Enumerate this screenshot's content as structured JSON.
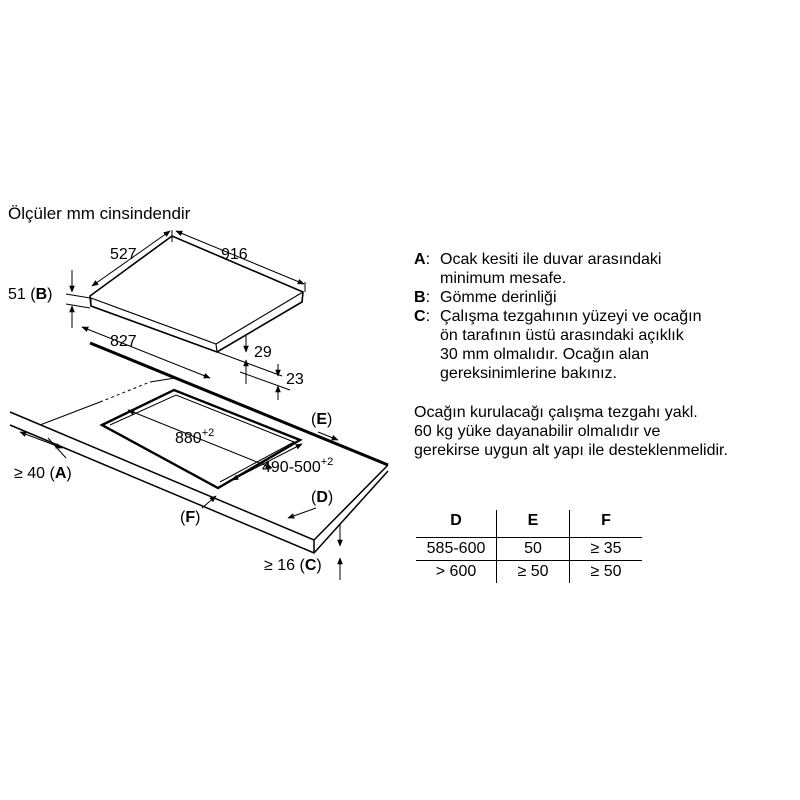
{
  "title": "Ölçüler mm cinsindendir",
  "dimensions": {
    "d527": "527",
    "d916": "916",
    "d51": "51",
    "dB": "B",
    "d827": "827",
    "d29": "29",
    "d23": "23",
    "d880": "880",
    "d880_sup": "+2",
    "d490": "490-500",
    "d490_sup": "+2",
    "d40": "≥ 40",
    "dA": "A",
    "dE": "E",
    "dD": "D",
    "dF": "F",
    "d16": "≥ 16",
    "dC": "C"
  },
  "notes": [
    {
      "key": "A",
      "lines": [
        "Ocak kesiti ile duvar arasındaki",
        "minimum mesafe."
      ]
    },
    {
      "key": "B",
      "lines": [
        "Gömme derinliği"
      ]
    },
    {
      "key": "C",
      "lines": [
        "Çalışma tezgahının yüzeyi ve ocağın",
        "ön tarafının üstü arasındaki açıklık",
        "30 mm olmalıdır. Ocağın alan",
        "gereksinimlerine bakınız."
      ]
    }
  ],
  "info": [
    "Ocağın kurulacağı çalışma tezgahı yakl.",
    "60 kg yüke dayanabilir olmalıdır ve",
    "gerekirse uygun alt yapı ile desteklenmelidir."
  ],
  "table": {
    "headers": [
      "D",
      "E",
      "F"
    ],
    "rows": [
      [
        "585-600",
        "50",
        "≥ 35"
      ],
      [
        "> 600",
        "≥ 50",
        "≥ 50"
      ]
    ]
  }
}
